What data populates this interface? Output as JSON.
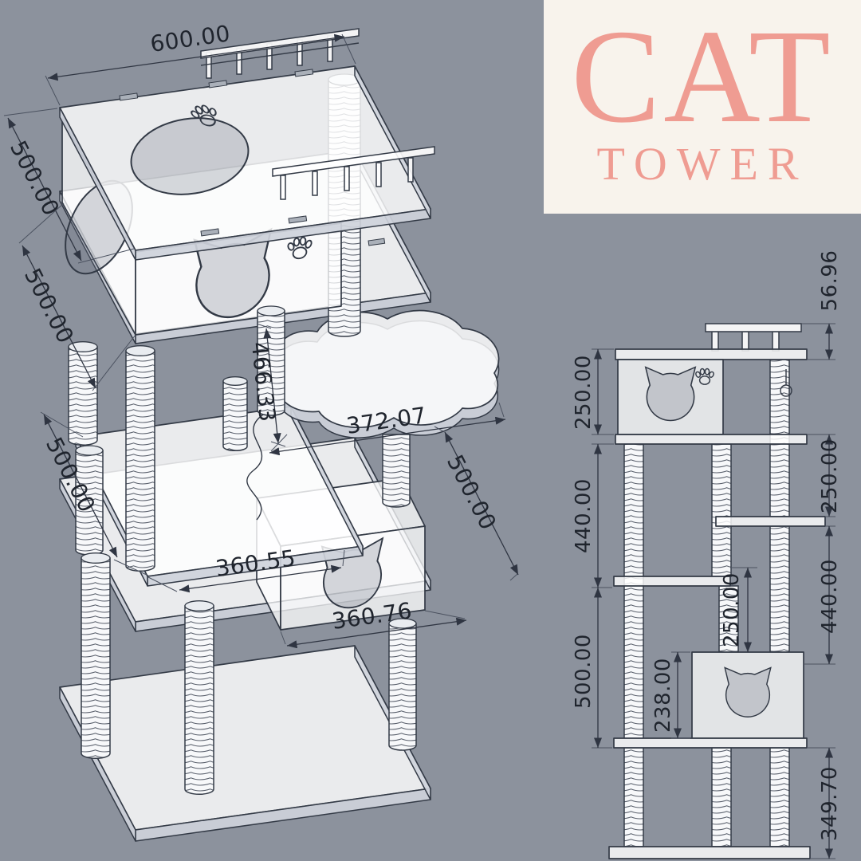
{
  "background_color": "#8c929d",
  "line_color": "#333a46",
  "logo": {
    "title": "CAT",
    "subtitle": "TOWER",
    "text_color": "#ef9c92",
    "panel_bg": "#f8f3ec"
  },
  "iso_view": {
    "dims": {
      "top_width": "600.00",
      "top_depth": "500.00",
      "upper_box_height": "500.00",
      "mid_section_height": "500.00",
      "post_height": "466.33",
      "mid_platform_width": "372.07",
      "mid_platform_depth": "500.00",
      "inner_width": "360.55",
      "lower_box_width": "360.76"
    }
  },
  "side_view": {
    "dims": {
      "rail_height": "56.96",
      "top_box_height": "250.00",
      "upper_post_height": "440.00",
      "lower_post_height": "500.00",
      "right_upper_gap": "250.00",
      "right_mid_gap": "440.00",
      "small_post_height": "250.00",
      "lower_box_height": "238.00",
      "base_section_height": "349.70"
    }
  }
}
